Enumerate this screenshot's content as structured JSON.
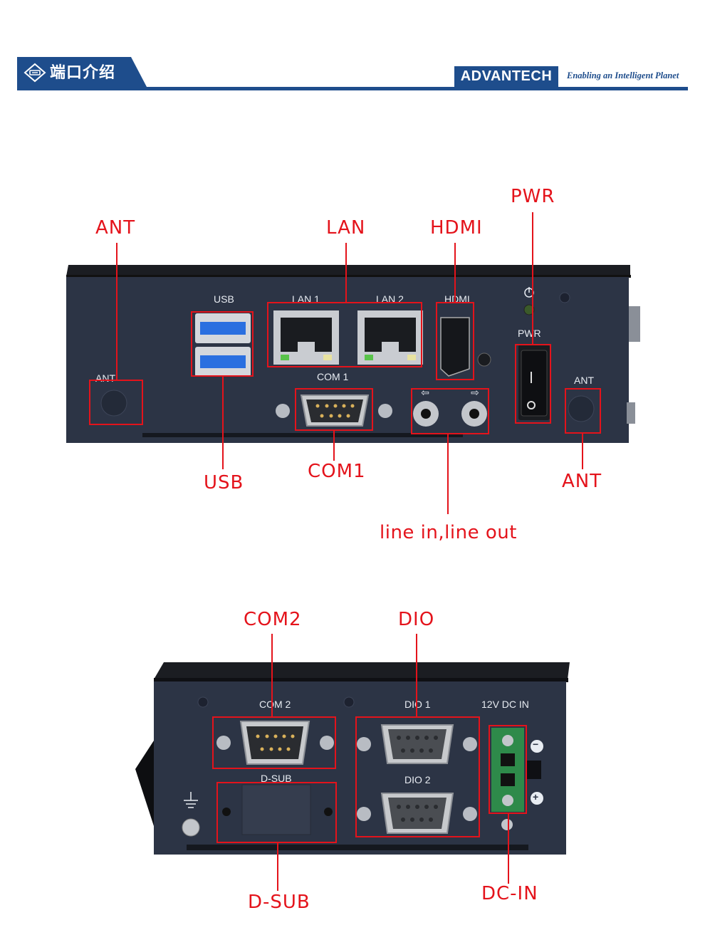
{
  "header": {
    "title": "端口介绍",
    "logo": "ADVANTECH",
    "tagline": "Enabling an Intelligent Planet"
  },
  "front_panel": {
    "silkscreen": {
      "usb": "USB",
      "lan1": "LAN 1",
      "lan2": "LAN 2",
      "hdmi": "HDMI",
      "pwr": "PWR",
      "ant_left": "ANT",
      "ant_right": "ANT",
      "com1": "COM 1"
    },
    "callouts": {
      "ant_top": "ANT",
      "lan": "LAN",
      "hdmi": "HDMI",
      "pwr": "PWR",
      "usb": "USB",
      "com1": "COM1",
      "ant_bottom": "ANT",
      "audio": "line in,line out"
    }
  },
  "rear_panel": {
    "silkscreen": {
      "com2": "COM 2",
      "dio1": "DIO 1",
      "dio2": "DIO 2",
      "dsub": "D-SUB",
      "dcin": "12V DC IN",
      "minus": "−",
      "plus": "+"
    },
    "callouts": {
      "com2": "COM2",
      "dio": "DIO",
      "dsub": "D-SUB",
      "dcin": "DC-IN"
    }
  },
  "colors": {
    "brand_blue": "#1e4d8c",
    "callout_red": "#e4131b",
    "chassis": "#2b3344"
  }
}
